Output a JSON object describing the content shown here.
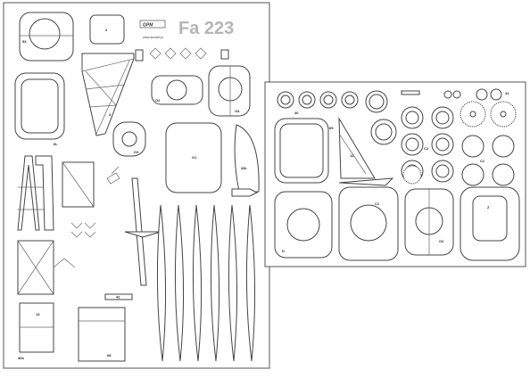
{
  "sheet_left": {
    "brand": "GPM",
    "title": "Fa 223",
    "url": "www.answer.pl",
    "labels": {
      "top_left_oval": "53",
      "small_card": "2",
      "left_frame": "3",
      "left_frame_b": "6L",
      "mid_disc": "O2",
      "mid_disc_b": "O3",
      "right_disc": "O4",
      "big_rect": "O1",
      "right_wedge": "28L",
      "bottom_left": "13",
      "bottom_left_b": "40a",
      "bottom_mid": "68",
      "strip_label": "42"
    }
  },
  "sheet_right": {
    "labels": {
      "r_frame": "69",
      "r_triangle": "12",
      "r_big_left": "D",
      "r_big_mid": "C1",
      "r_big_right": "O2",
      "r_big_far": "Z",
      "r_ring_a": "C2",
      "r_ring_b": "C1",
      "r_small_a": "40",
      "r_small_b": "41"
    }
  },
  "colors": {
    "outline": "#444444",
    "title_gray": "#b5b5b5",
    "background": "#ffffff"
  }
}
